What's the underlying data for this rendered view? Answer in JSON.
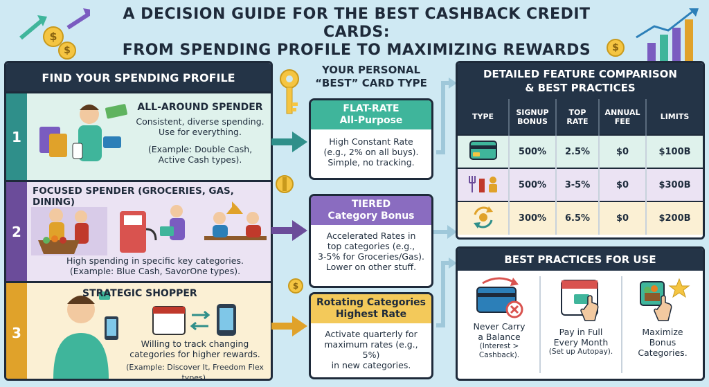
{
  "title": {
    "line1": "A DECISION GUIDE FOR THE BEST CASHBACK CREDIT CARDS:",
    "line2": "FROM SPENDING PROFILE TO MAXIMIZING REWARDS"
  },
  "profiles": {
    "header": "FIND YOUR SPENDING PROFILE",
    "items": [
      {
        "num": "1",
        "title": "ALL-AROUND SPENDER",
        "desc1": "Consistent, diverse spending.",
        "desc2": "Use for everything.",
        "example1": "(Example: Double Cash,",
        "example2": "Active Cash types)."
      },
      {
        "num": "2",
        "title": "FOCUSED SPENDER (GROCERIES, GAS, DINING)",
        "desc1": "High spending in specific key categories.",
        "desc2": "(Example: Blue Cash, SavorOne types)."
      },
      {
        "num": "3",
        "title": "STRATEGIC SHOPPER",
        "desc1": "Willing to track changing",
        "desc2": "categories for higher rewards.",
        "example1": "(Example: Discover It, Freedom Flex types)."
      }
    ]
  },
  "card_types": {
    "header1": "YOUR PERSONAL",
    "header2": "“BEST” CARD TYPE",
    "items": [
      {
        "title1": "FLAT-RATE",
        "title2": "All-Purpose",
        "d1": "High Constant Rate",
        "d2": "(e.g., 2% on all buys).",
        "d3": "Simple, no tracking."
      },
      {
        "title1": "TIERED",
        "title2": "Category Bonus",
        "d1": "Accelerated Rates in",
        "d2": "top categories (e.g.,",
        "d3": "3-5% for Groceries/Gas).",
        "d4": "Lower on other stuff."
      },
      {
        "title1": "Rotating Categories",
        "title2": "Highest Rate",
        "d1": "Activate quarterly for",
        "d2": "maximum rates (e.g., 5%)",
        "d3": "in new categories."
      }
    ]
  },
  "comparison": {
    "header1": "DETAILED FEATURE COMPARISON",
    "header2": "& BEST PRACTICES",
    "columns": [
      "TYPE",
      "SIGNUP BONUS",
      "TOP RATE",
      "ANNUAL FEE",
      "LIMITS"
    ],
    "rows": [
      {
        "icon": "credit-card-icon",
        "bonus": "500%",
        "rate": "2.5%",
        "fee": "$0",
        "limits": "$100B"
      },
      {
        "icon": "grocery-dining-icon",
        "bonus": "500%",
        "rate": "3-5%",
        "fee": "$0",
        "limits": "$300B"
      },
      {
        "icon": "rotating-arrows-icon",
        "bonus": "300%",
        "rate": "6.5%",
        "fee": "$0",
        "limits": "$200B"
      }
    ]
  },
  "best_practices": {
    "header": "BEST PRACTICES FOR USE",
    "items": [
      {
        "l1": "Never Carry",
        "l2": "a Balance",
        "s1": "(Interest >",
        "s2": "Cashback)."
      },
      {
        "l1": "Pay in Full",
        "l2": "Every Month",
        "s1": "(Set up Autopay)."
      },
      {
        "l1": "Maximize",
        "l2": "Bonus",
        "l3": "Categories."
      }
    ]
  },
  "coin_symbol": "$",
  "colors": {
    "navy": "#243447",
    "teal": "#2f8f8a",
    "purple": "#6b4c9a",
    "gold": "#e0a22a",
    "mint": "#dff2ec",
    "lavender": "#ebe3f3",
    "cream": "#fbf0d4"
  }
}
